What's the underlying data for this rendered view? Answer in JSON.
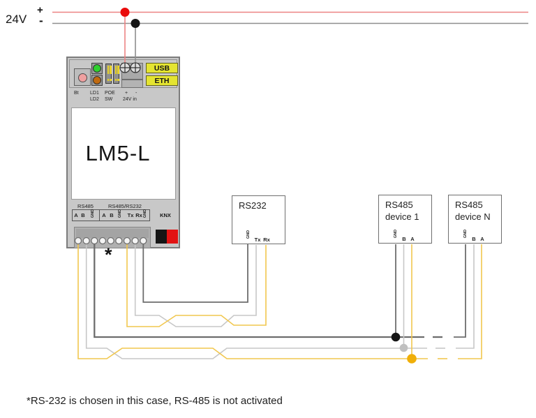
{
  "power": {
    "label": "24V",
    "plus": "+",
    "minus": "-"
  },
  "device": {
    "model": "LM5-L",
    "controls": {
      "button": "Bt",
      "led1": "LD1",
      "led2": "LD2",
      "poe": "POE",
      "sw": "SW",
      "plus": "+",
      "minus": "-",
      "power_in": "24V in"
    },
    "ports": {
      "usb": "USB",
      "eth": "ETH",
      "knx": "KNX"
    },
    "groups": [
      {
        "name": "RS485",
        "pins": [
          "A",
          "B",
          "GND"
        ]
      },
      {
        "name": "RS485/RS232",
        "pins": [
          "A",
          "B",
          "GND",
          "Tx",
          "Rx",
          "GND"
        ]
      }
    ],
    "asterisk_marker": "*"
  },
  "peripherals": [
    {
      "title": "RS232",
      "pins": [
        "GND",
        "Tx",
        "Rx"
      ]
    },
    {
      "title": "RS485",
      "subtitle": "device 1",
      "pins": [
        "GND",
        "B",
        "A"
      ]
    },
    {
      "title": "RS485",
      "subtitle": "device N",
      "pins": [
        "GND",
        "B",
        "A"
      ]
    }
  ],
  "footnote": "*RS-232 is chosen in this case, RS-485 is not activated",
  "colors": {
    "power_plus_line": "#ec8383",
    "power_minus_line": "#8e8e8e",
    "dot_plus_red": "#ea0b0b",
    "dot_minus_black": "#151515",
    "wire_a_yellow": "#f1c74e",
    "wire_b_gray": "#c7c7c7",
    "wire_gnd_dark": "#6d6d6d",
    "dot_gnd_black": "#151515",
    "dot_b_gray": "#c0c0c0",
    "dot_a_yellow": "#f0af08",
    "port_yellow": "#e4e431",
    "led_green": "#2fd12f",
    "led_orange": "#c06a10",
    "button_pink": "#efa0a0",
    "knx_black": "#151515",
    "knx_red": "#e21313"
  }
}
